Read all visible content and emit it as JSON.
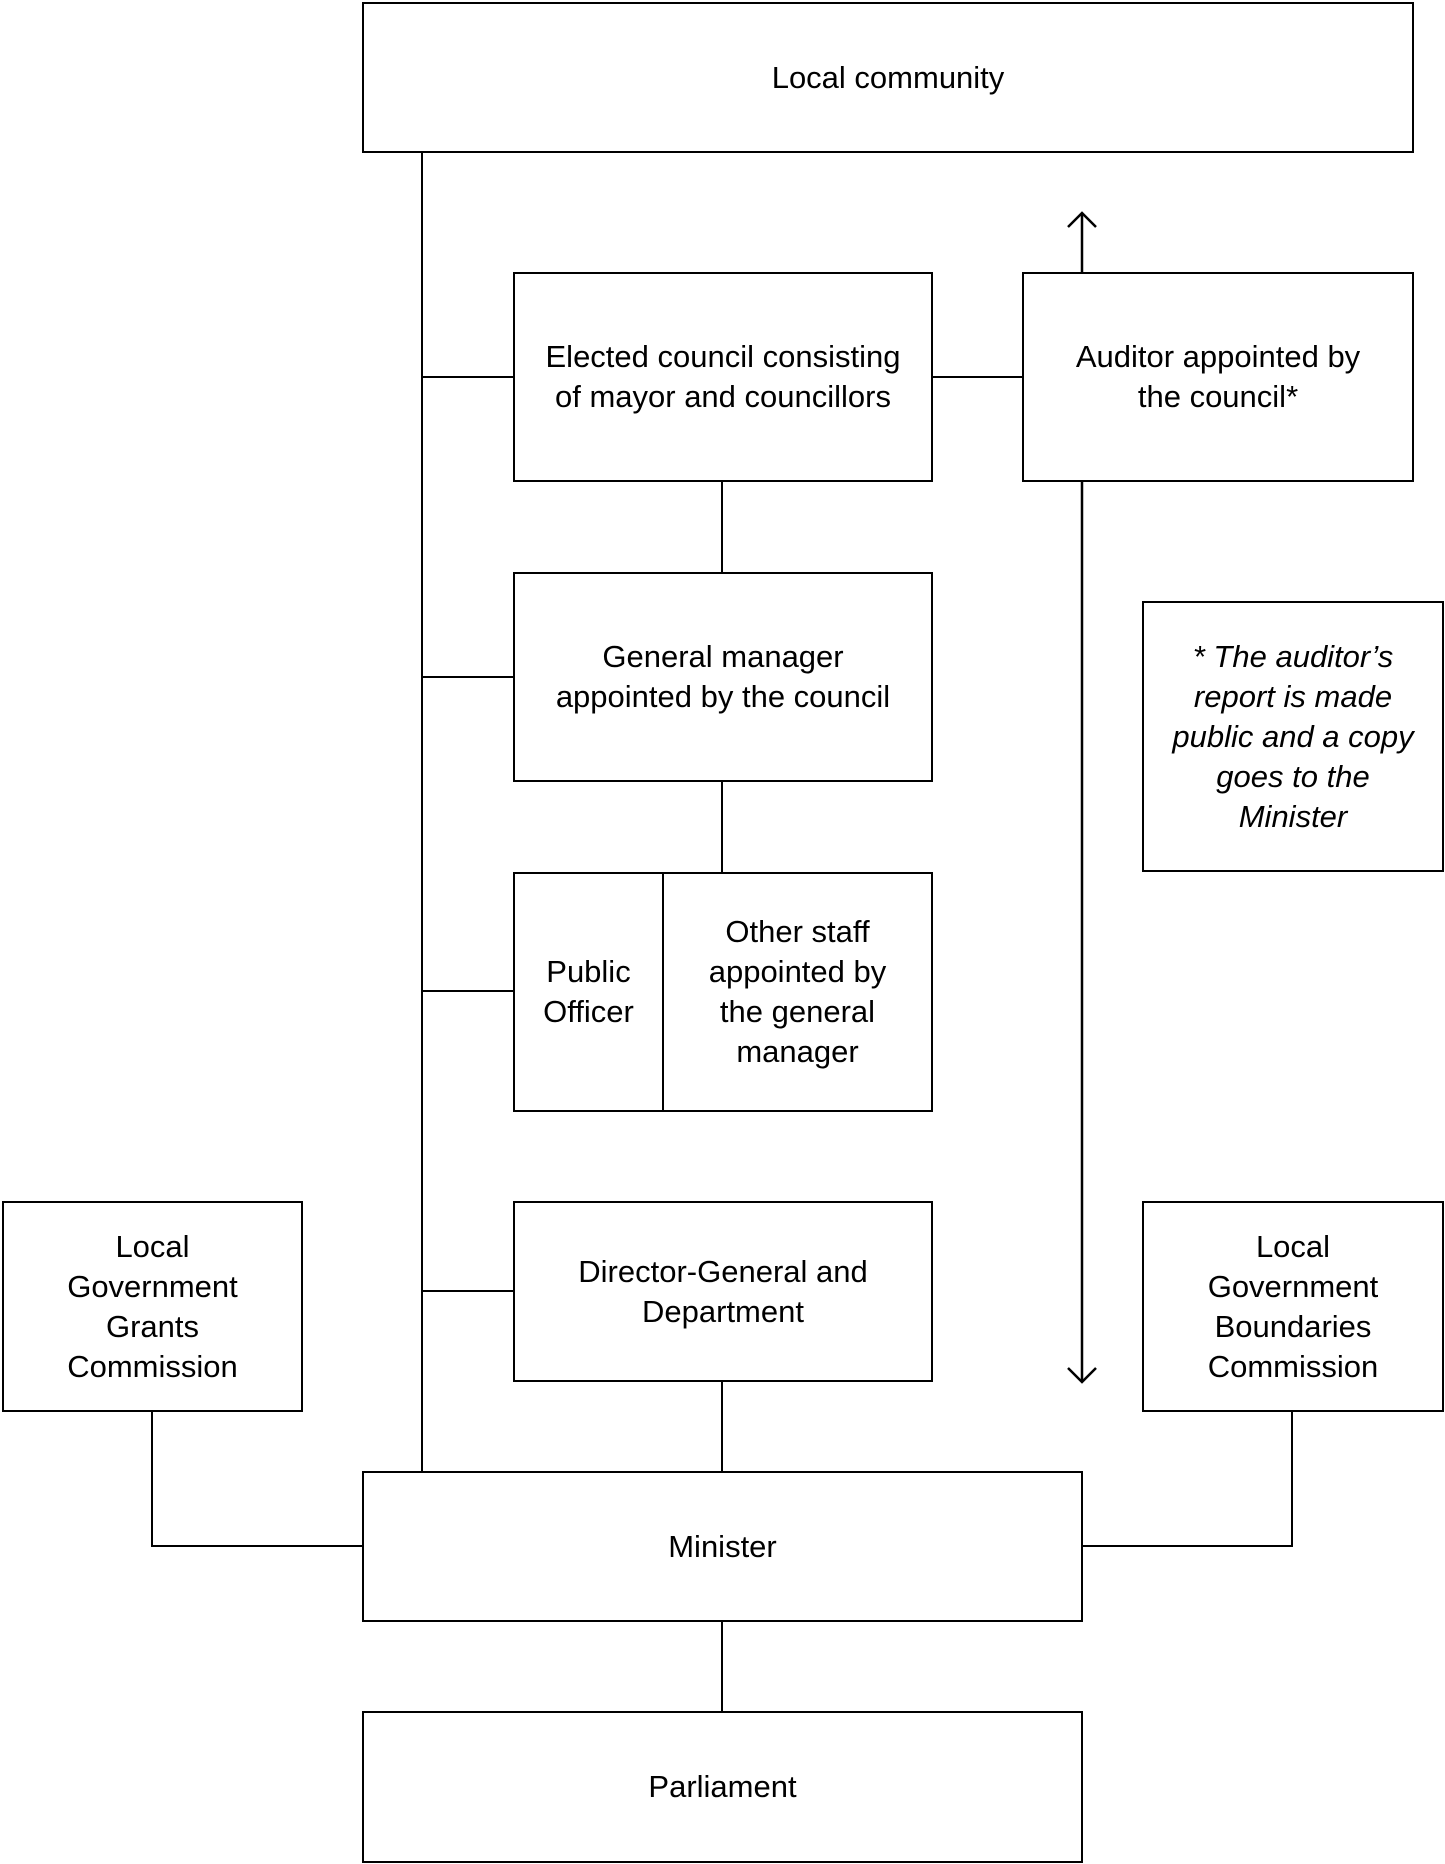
{
  "diagram": {
    "nodes": {
      "local_community": "Local community",
      "elected_council": "Elected council consisting\nof mayor and councillors",
      "auditor": "Auditor appointed by\nthe council*",
      "general_manager": "General manager\nappointed by the council",
      "public_officer": "Public\nOfficer",
      "other_staff": "Other staff\nappointed by\nthe general\nmanager",
      "director_general": "Director-General and\nDepartment",
      "grants_commission": "Local\nGovernment\nGrants\nCommission",
      "boundaries_commission": "Local\nGovernment\nBoundaries\nCommission",
      "minister": "Minister",
      "parliament": "Parliament"
    },
    "footnote": "* The auditor’s\nreport is made\npublic and a copy\ngoes to the\nMinister",
    "edges": [
      {
        "from": "local_community",
        "to": "minister",
        "type": "line",
        "via": "left-trunk"
      },
      {
        "from": "left-trunk",
        "to": "elected_council",
        "type": "line"
      },
      {
        "from": "left-trunk",
        "to": "general_manager",
        "type": "line"
      },
      {
        "from": "left-trunk",
        "to": "public_officer",
        "type": "line"
      },
      {
        "from": "left-trunk",
        "to": "director_general",
        "type": "line"
      },
      {
        "from": "elected_council",
        "to": "auditor",
        "type": "line"
      },
      {
        "from": "elected_council",
        "to": "general_manager",
        "type": "line"
      },
      {
        "from": "general_manager",
        "to": "other_staff",
        "type": "line"
      },
      {
        "from": "director_general",
        "to": "minister",
        "type": "line"
      },
      {
        "from": "auditor",
        "to": "local_community",
        "type": "arrow"
      },
      {
        "from": "auditor",
        "to": "minister",
        "type": "arrow"
      },
      {
        "from": "grants_commission",
        "to": "minister",
        "type": "line"
      },
      {
        "from": "boundaries_commission",
        "to": "minister",
        "type": "line"
      },
      {
        "from": "minister",
        "to": "parliament",
        "type": "line"
      }
    ]
  }
}
